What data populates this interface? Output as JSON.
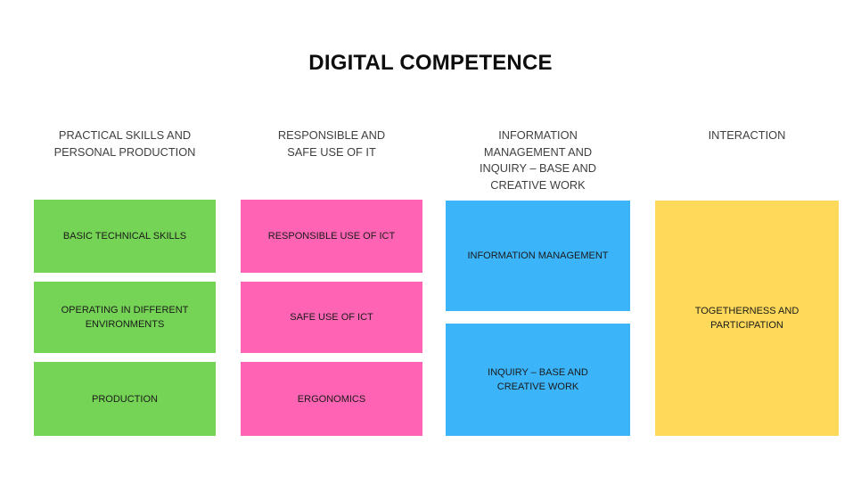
{
  "slide": {
    "title": "DIGITAL COMPETENCE",
    "background_color": "#FFFFFF"
  },
  "colors": {
    "green": "#75D455",
    "pink": "#FF64B4",
    "blue": "#3BB4FA",
    "yellow": "#FFD95A",
    "title_text": "#0D0D0D",
    "header_text": "#404040",
    "block_text": "#1A1A1A"
  },
  "columns": [
    {
      "header": "PRACTICAL SKILLS AND\nPERSONAL PRODUCTION",
      "color": "#75D455",
      "blocks": [
        {
          "label": "BASIC TECHNICAL SKILLS"
        },
        {
          "label": "OPERATING IN DIFFERENT\nENVIRONMENTS"
        },
        {
          "label": "PRODUCTION"
        }
      ]
    },
    {
      "header": "RESPONSIBLE AND\nSAFE USE OF IT",
      "color": "#FF64B4",
      "blocks": [
        {
          "label": "RESPONSIBLE USE OF ICT"
        },
        {
          "label": "SAFE USE OF ICT"
        },
        {
          "label": "ERGONOMICS"
        }
      ]
    },
    {
      "header": "INFORMATION\nMANAGEMENT AND\nINQUIRY – BASE AND\nCREATIVE WORK",
      "color": "#3BB4FA",
      "blocks": [
        {
          "label": "INFORMATION MANAGEMENT"
        },
        {
          "label": "INQUIRY – BASE AND\nCREATIVE WORK"
        }
      ]
    },
    {
      "header": "INTERACTION",
      "color": "#FFD95A",
      "blocks": [
        {
          "label": "TOGETHERNESS AND\nPARTICIPATION"
        }
      ]
    }
  ]
}
